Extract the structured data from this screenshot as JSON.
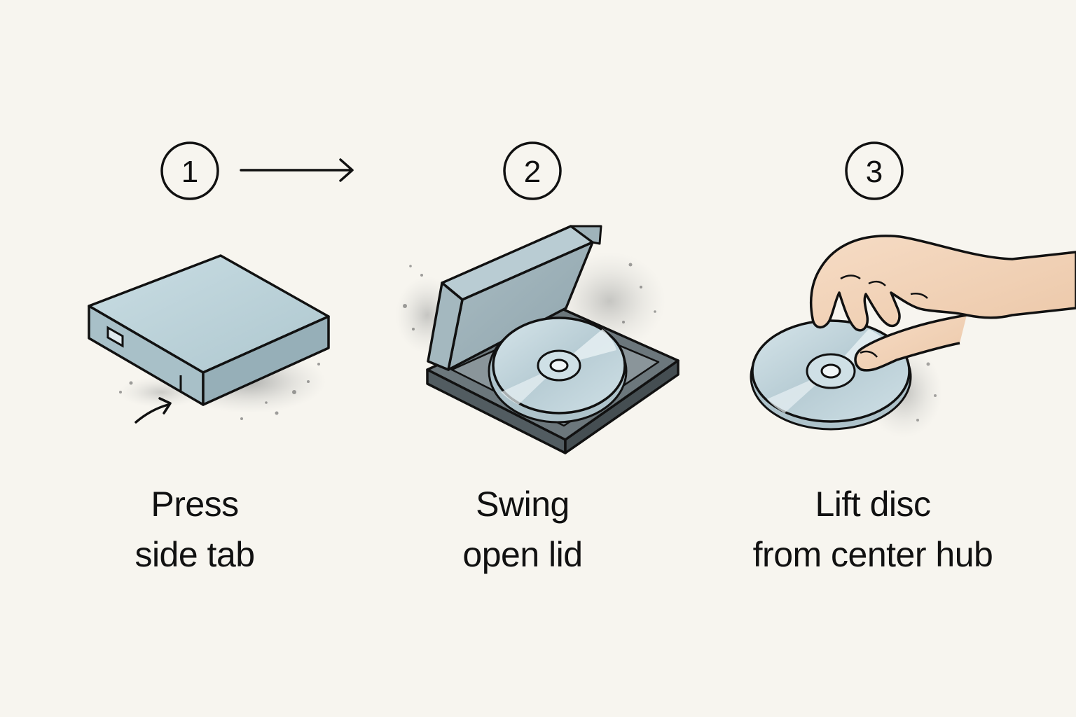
{
  "steps": [
    {
      "number": "1",
      "caption_line1": "Press",
      "caption_line2": "side tab",
      "illustration": "closed-disc-case-with-side-tab"
    },
    {
      "number": "2",
      "caption_line1": "Swing",
      "caption_line2": "open lid",
      "illustration": "open-case-with-disc"
    },
    {
      "number": "3",
      "caption_line1": "Lift disc",
      "caption_line2": "from center hub",
      "illustration": "hand-lifting-disc"
    }
  ],
  "icons": {
    "flow_arrow": "right-arrow-icon",
    "pointer_arrow": "curved-pointer-arrow-icon"
  },
  "colors": {
    "background": "#f7f5ef",
    "ink": "#111111",
    "case_top": "#bdd3da",
    "case_side": "#9fb8c1",
    "disc": "#c7dbe3",
    "tray": "#5f6a70",
    "skin": "#f2d6bd"
  }
}
